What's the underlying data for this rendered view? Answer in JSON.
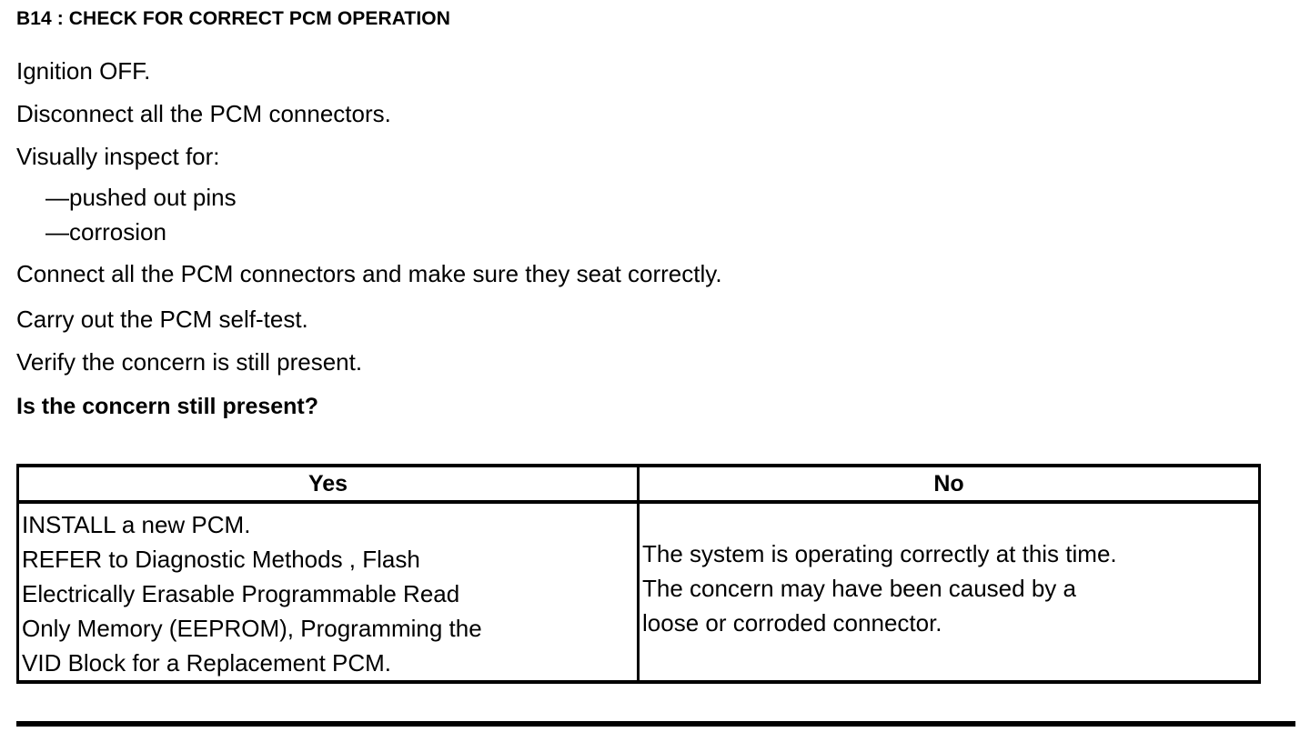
{
  "document": {
    "step_heading": "B14 : CHECK FOR CORRECT PCM OPERATION",
    "instructions": [
      {
        "text": "Ignition OFF.",
        "style": "normal"
      },
      {
        "text": "Disconnect all the PCM connectors.",
        "style": "normal"
      },
      {
        "text": "Visually inspect for:",
        "style": "normal"
      },
      {
        "text": "—pushed out pins",
        "style": "bullet"
      },
      {
        "text": "—corrosion",
        "style": "bullet"
      },
      {
        "text": "Connect all the PCM connectors and make sure they seat correctly.",
        "style": "after-bullets"
      },
      {
        "text": "Carry out the PCM self-test.",
        "style": "normal"
      },
      {
        "text": "Verify the concern is still present.",
        "style": "normal"
      },
      {
        "text": "Is the concern still present?",
        "style": "question"
      }
    ],
    "decision_table": {
      "headers": [
        "Yes",
        "No"
      ],
      "yes_cell_lines": [
        "INSTALL a new PCM.",
        "REFER to Diagnostic Methods , Flash",
        "Electrically Erasable Programmable Read",
        "Only Memory  (EEPROM), Programming the",
        "VID Block for a Replacement PCM."
      ],
      "no_cell_lines": [
        "The system is operating correctly at this time.",
        "The concern may have been caused by a",
        "loose or corroded connector."
      ]
    },
    "colors": {
      "ink": "#000000",
      "paper": "#ffffff"
    }
  }
}
